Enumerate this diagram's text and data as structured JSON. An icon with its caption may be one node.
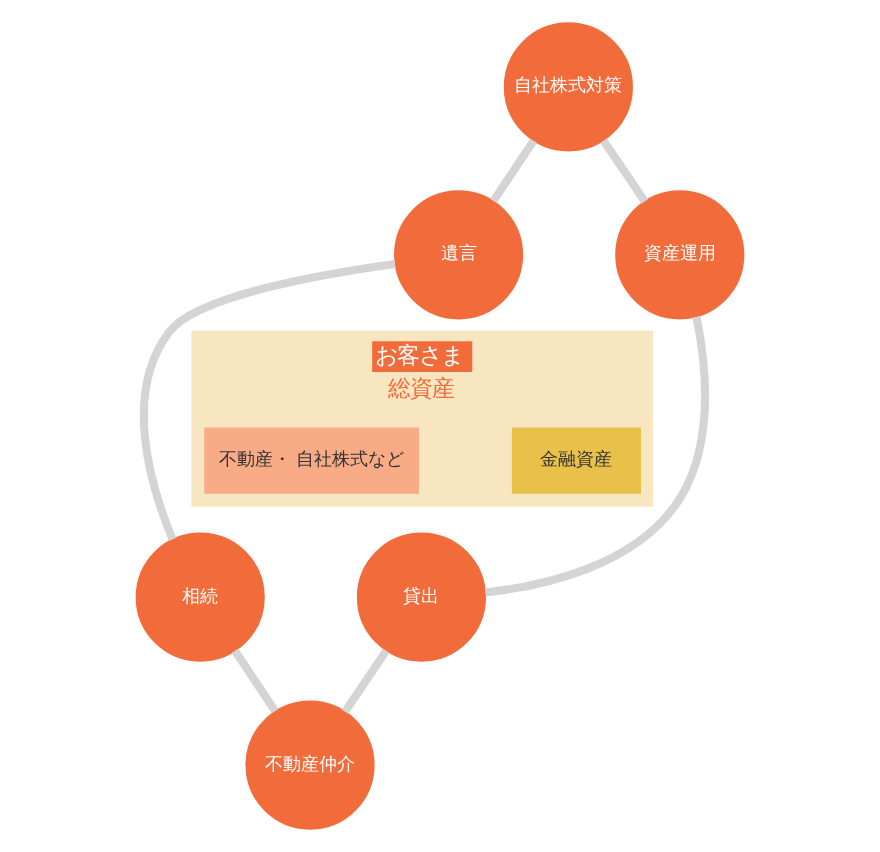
{
  "diagram": {
    "nodes": [
      {
        "text": [
          "自社株式対策"
        ]
      },
      {
        "text": [
          "遺言"
        ]
      },
      {
        "text": [
          "相続"
        ]
      },
      {
        "text": [
          "不動産仲介"
        ]
      },
      {
        "text": [
          "貸出"
        ]
      },
      {
        "text": [
          "資産運用"
        ]
      },
      {
        "text": [
          "お客さま",
          "総資産"
        ]
      },
      {
        "text": [
          "金融資産"
        ],
        "in": 6
      },
      {
        "text": [
          "不動産・ 自社株式など"
        ],
        "in": 6
      }
    ],
    "edges": [
      {
        "from": 0,
        "to": 1,
        "arrow": "none"
      },
      {
        "from": 1,
        "to": 2,
        "arrow": "none"
      },
      {
        "from": 2,
        "to": 3,
        "arrow": "none"
      },
      {
        "from": 3,
        "to": 4,
        "arrow": "none"
      },
      {
        "from": 4,
        "to": 5,
        "arrow": "none"
      },
      {
        "from": 5,
        "to": 0,
        "arrow": "none"
      }
    ]
  }
}
